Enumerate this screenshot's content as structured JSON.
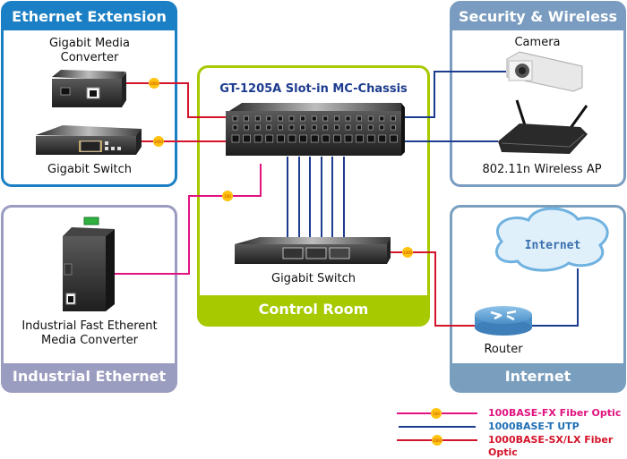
{
  "panels": {
    "ethernet_extension": {
      "title": "Ethernet Extension",
      "color": "#1a7fc4"
    },
    "security_wireless": {
      "title": "Security & Wireless",
      "color": "#7a9cc0"
    },
    "control_room": {
      "title": "Control Room",
      "color": "#a6c900"
    },
    "industrial_ethernet": {
      "title": "Industrial Ethernet",
      "color": "#9a9cc0"
    },
    "internet": {
      "title": "Internet",
      "color": "#7a9fbe"
    }
  },
  "devices": {
    "gigabit_media_converter": "Gigabit Media\nConverter",
    "gigabit_switch_left": "Gigabit Switch",
    "chassis": "GT-1205A Slot-in MC-Chassis",
    "gigabit_switch_center": "Gigabit Switch",
    "camera": "Camera",
    "wireless_ap": "802.11n Wireless AP",
    "industrial_converter": "Industrial Fast Etherent\nMedia Converter",
    "cloud": "Internet",
    "router": "Router"
  },
  "badges": {
    "fx": "100",
    "sx": "1000"
  },
  "legend": [
    {
      "label": "100BASE-FX Fiber Optic",
      "color": "#e0137f",
      "badge": "100"
    },
    {
      "label": "1000BASE-T UTP",
      "color": "#1d3c8f",
      "badge": ""
    },
    {
      "label": "1000BASE-SX/LX Fiber Optic",
      "color": "#d4142a",
      "badge": "1000"
    }
  ]
}
